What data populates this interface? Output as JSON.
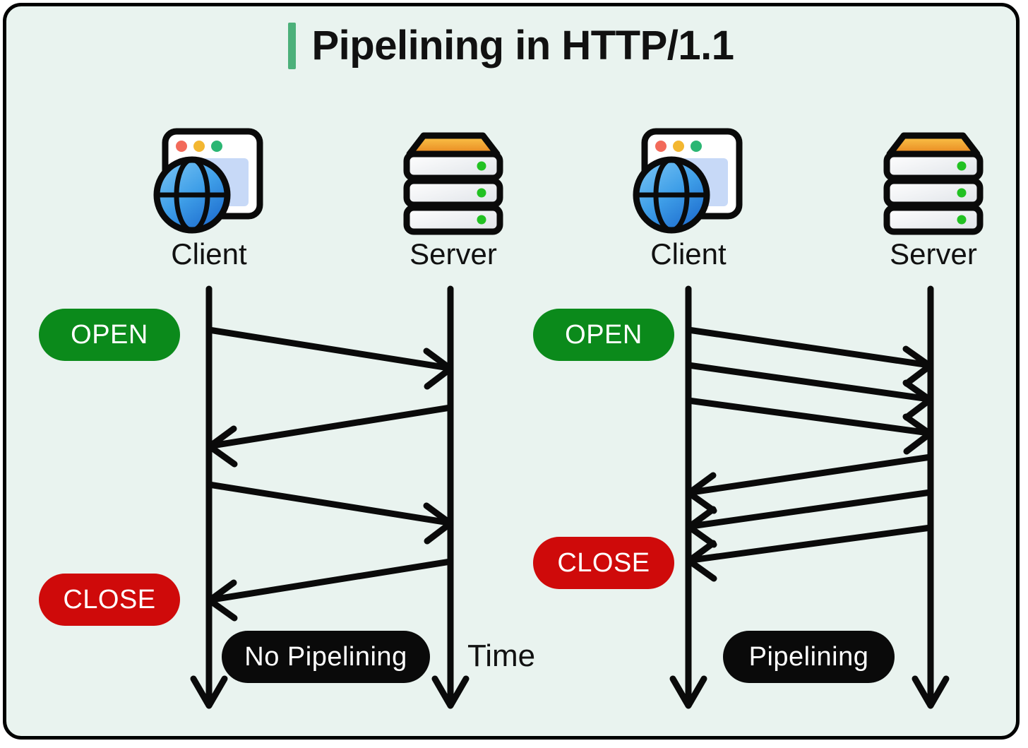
{
  "card": {
    "background": "#e9f3ef",
    "border_color": "#000000"
  },
  "title": {
    "text": "Pipelining in HTTP/1.1",
    "accent_color": "#4cb07a"
  },
  "panels": [
    {
      "id": "no-pipelining",
      "caption": "No Pipelining",
      "caption_style": "black-pill",
      "actors": [
        {
          "role": "client",
          "label": "Client",
          "icon": "browser-globe-icon"
        },
        {
          "role": "server",
          "label": "Server",
          "icon": "server-rack-icon"
        }
      ],
      "badges": [
        {
          "label": "OPEN",
          "color": "#0b8a1b"
        },
        {
          "label": "CLOSE",
          "color": "#cf0a0a"
        }
      ],
      "messages": [
        {
          "direction": "client-to-server",
          "kind": "request"
        },
        {
          "direction": "server-to-client",
          "kind": "response"
        },
        {
          "direction": "client-to-server",
          "kind": "request"
        },
        {
          "direction": "server-to-client",
          "kind": "response"
        }
      ]
    },
    {
      "id": "pipelining",
      "caption": "Pipelining",
      "caption_style": "black-pill",
      "actors": [
        {
          "role": "client",
          "label": "Client",
          "icon": "browser-globe-icon"
        },
        {
          "role": "server",
          "label": "Server",
          "icon": "server-rack-icon"
        }
      ],
      "badges": [
        {
          "label": "OPEN",
          "color": "#0b8a1b"
        },
        {
          "label": "CLOSE",
          "color": "#cf0a0a"
        }
      ],
      "messages": [
        {
          "direction": "client-to-server",
          "kind": "request"
        },
        {
          "direction": "client-to-server",
          "kind": "request"
        },
        {
          "direction": "client-to-server",
          "kind": "request"
        },
        {
          "direction": "server-to-client",
          "kind": "response"
        },
        {
          "direction": "server-to-client",
          "kind": "response"
        },
        {
          "direction": "server-to-client",
          "kind": "response"
        }
      ]
    }
  ],
  "axis": {
    "label": "Time",
    "orientation": "vertical-downward"
  },
  "icons": {
    "browser_dots": [
      "#f26a5a",
      "#f3b731",
      "#2bb673"
    ],
    "browser_screen": "#c7d9f7",
    "globe_color": "#2d8fe0",
    "server_top": "#f2a02c",
    "server_led": "#22c122"
  }
}
